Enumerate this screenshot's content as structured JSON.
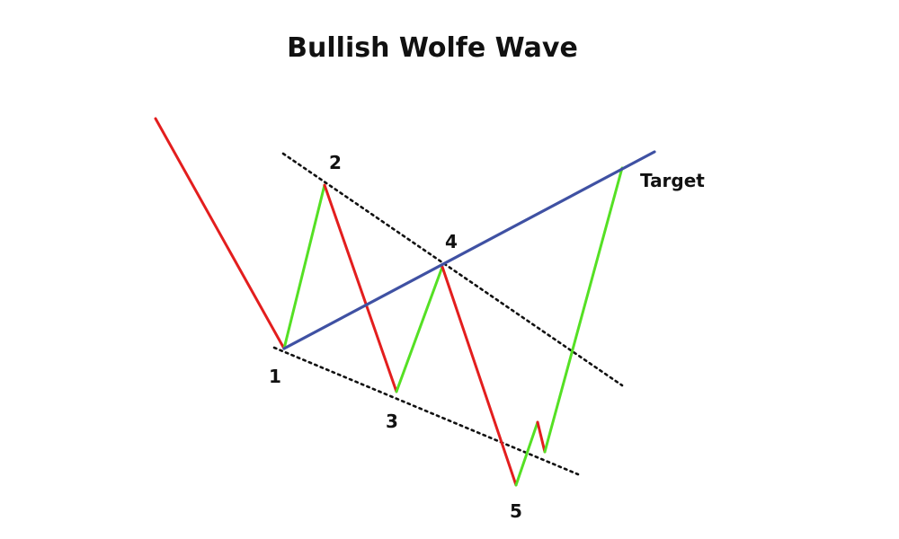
{
  "title": "Bullish Wolfe Wave",
  "labels": {
    "p1": "1",
    "p2": "2",
    "p3": "3",
    "p4": "4",
    "p5": "5",
    "target": "Target"
  },
  "colors": {
    "down": "#e31e1e",
    "up": "#55e024",
    "target_line": "#3f51a3",
    "dotted": "#111111"
  }
}
